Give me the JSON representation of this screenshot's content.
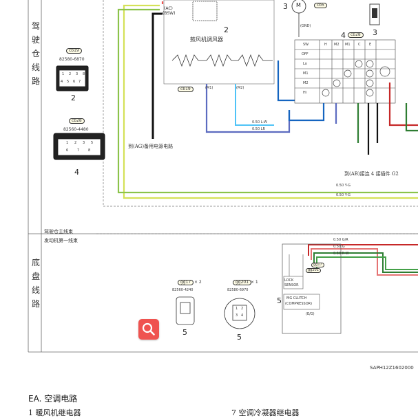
{
  "side_labels": {
    "upper": [
      "驾",
      "驶",
      "仓",
      "线",
      "路"
    ],
    "lower": [
      "底",
      "盘",
      "线",
      "路"
    ]
  },
  "connectors": {
    "cb19": {
      "tag": "cb19",
      "part": "82580-6870",
      "pins": [
        "1",
        "2",
        "3",
        "4",
        "5",
        "6",
        "7",
        "8"
      ],
      "num": "2"
    },
    "cb28": {
      "tag": "cb28",
      "part": "82560-4480",
      "pins": [
        "1",
        "2",
        "3",
        "5",
        "6",
        "7",
        "8"
      ],
      "num": "4"
    },
    "gg17": {
      "tag": "gg17",
      "mult": "× 2",
      "part": "82560-4240",
      "num": "5"
    },
    "gg201": {
      "tag": "gg201",
      "mult": "× 1",
      "part": "82580-6970",
      "pins": [
        "1",
        "2",
        "3",
        "4"
      ],
      "num": "5"
    }
  },
  "diagram": {
    "motor_label": "M",
    "motor_num": "3",
    "motor_tag": "cb5",
    "relay_num": "3",
    "blower_num": "2",
    "blower_title": "鼓风机调风器",
    "blower_tag": "cb19",
    "switch_num": "4",
    "switch_tag": "cb28",
    "switch_header": [
      "SW",
      "H",
      "M2",
      "M1",
      "C",
      "E"
    ],
    "switch_rows": [
      "OFF",
      "Lo",
      "M1",
      "M2",
      "Hi"
    ],
    "pin_labels": {
      "ac": "(AC)",
      "bsw": "(BSW)",
      "m1": "(M1)",
      "m2": "(M2)",
      "gnd": "(GND)"
    },
    "wires": {
      "lw": "0.50 L-W",
      "lr": "0.50 LR",
      "yg1": "0.50 Y-G",
      "yg2": "0.50 Y-G",
      "gr": "0.50 G/R",
      "g": "0.50 G",
      "rw": "0.50 R-W"
    },
    "to_ag": "到(AG)备用电源电路",
    "to_ab": "到(AB)接连 4 接插件 G2",
    "bundle_note_1": "驾驶仓主线束",
    "bundle_note_2": "发动机第一线束",
    "lock_sensor": "LOCK SENSOR",
    "mg_clutch_1": "MG CLUTCH",
    "mg_clutch_2": "(COMPRESSOR)",
    "eg": "(E/G)",
    "comp_num": "5",
    "gg_tag_a": "gg17",
    "gg_tag_b": "gg201"
  },
  "image_code": "SAPH12Z1602000",
  "section_title": "EA. 空调电路",
  "footer": {
    "item1": "1 暖风机继电器",
    "item7": "7 空调冷凝器继电器"
  },
  "icons": {
    "search": "search-icon"
  },
  "colors": {
    "accent": "#ef5350",
    "blue": "#1565c0",
    "green": "#43a047",
    "yellow": "#d4e157",
    "red": "#c62828",
    "cyan": "#4fc3f7",
    "purple": "#5c6bc0"
  }
}
